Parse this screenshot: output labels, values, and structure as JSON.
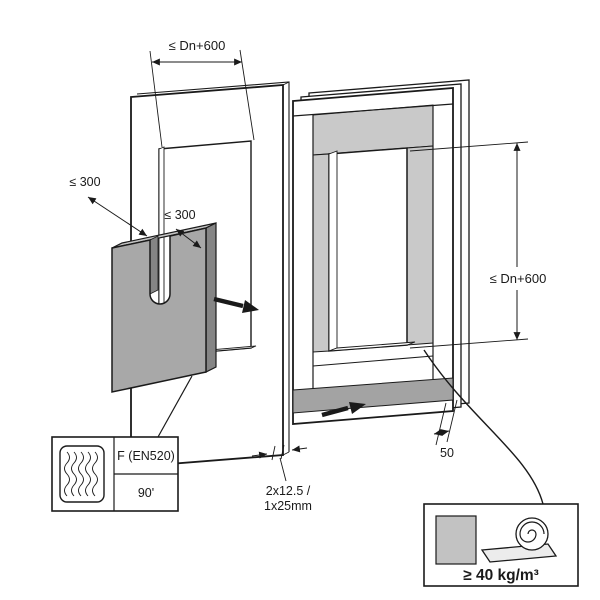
{
  "dimensions": {
    "top_opening_width": "≤ Dn+600",
    "offset_left": "≤ 300",
    "offset_right": "≤ 300",
    "right_opening_height": "≤ Dn+600",
    "strip_width": "50",
    "board_layers_line1": "2x12.5 /",
    "board_layers_line2": "1x25mm"
  },
  "legend_board": {
    "standard": "F (EN520)",
    "fire_rating": "90'"
  },
  "legend_wool": {
    "density": "≥ 40 kg/m³"
  },
  "colors": {
    "background": "#ffffff",
    "line": "#1a1a1a",
    "wool_front": "#a8a8a8",
    "wool_side": "#858585",
    "wool_top": "#c4c4c4",
    "wall_infill": "#c9c9c9",
    "wall_bottom_band": "#a3a3a3",
    "legend_swatch": "#c2c2c2",
    "roll_sheet": "#ececec"
  },
  "icons": {
    "gypsum_section_icon": "rounded-rect-wavy-hatch",
    "wool_roll_icon": "spiral-roll",
    "insert_arrow_icon": "solid-black-arrow"
  }
}
